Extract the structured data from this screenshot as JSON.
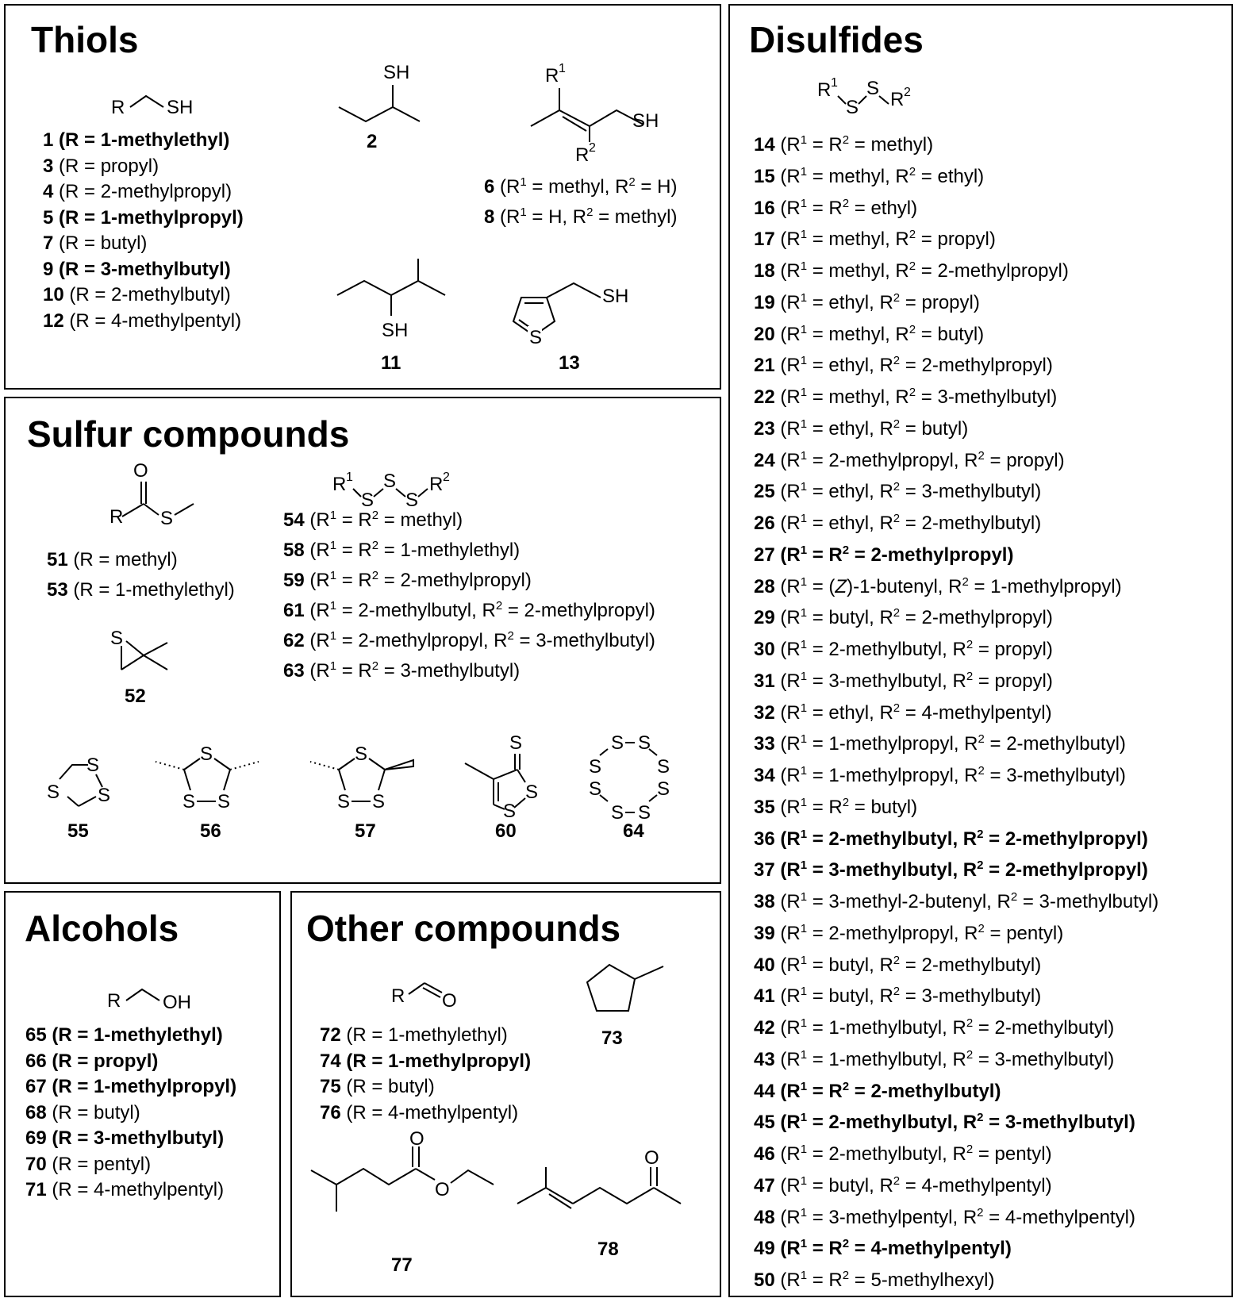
{
  "thiols": {
    "title": "Thiols",
    "list": [
      {
        "num": "1",
        "text": "(R = 1-methylethyl)",
        "bold": true
      },
      {
        "num": "3",
        "text": "(R = propyl)",
        "bold": false
      },
      {
        "num": "4",
        "text": "(R = 2-methylpropyl)",
        "bold": false
      },
      {
        "num": "5",
        "text": "(R = 1-methylpropyl)",
        "bold": true
      },
      {
        "num": "7",
        "text": "(R = butyl)",
        "bold": false
      },
      {
        "num": "9",
        "text": "(R = 3-methylbutyl)",
        "bold": true
      },
      {
        "num": "10",
        "text": "(R = 2-methylbutyl)",
        "bold": false
      },
      {
        "num": "12",
        "text": "(R = 4-methylpentyl)",
        "bold": false
      }
    ],
    "compounds": [
      {
        "num": "6",
        "r1": "methyl",
        "r2": "H"
      },
      {
        "num": "8",
        "r1": "H",
        "r2": "methyl"
      }
    ],
    "labels": {
      "c2": "2",
      "c11": "11",
      "c13": "13"
    }
  },
  "sulfur": {
    "title": "Sulfur compounds",
    "list_a": [
      {
        "num": "51",
        "text": "(R = methyl)"
      },
      {
        "num": "53",
        "text": "(R = 1-methylethyl)"
      }
    ],
    "list_b": [
      {
        "num": "54",
        "r1": "R",
        "r2": "methyl",
        "mode": "eq"
      },
      {
        "num": "58",
        "r1": "R",
        "r2": "1-methylethyl",
        "mode": "eq"
      },
      {
        "num": "59",
        "r1": "R",
        "r2": "2-methylpropyl",
        "mode": "eq"
      },
      {
        "num": "61",
        "r1": "2-methylbutyl",
        "r2": "2-methylpropyl",
        "mode": "pair"
      },
      {
        "num": "62",
        "r1": "2-methylpropyl",
        "r2": "3-methylbutyl",
        "mode": "pair"
      },
      {
        "num": "63",
        "r1": "R",
        "r2": "3-methylbutyl",
        "mode": "eq"
      }
    ],
    "labels": {
      "c52": "52",
      "c55": "55",
      "c56": "56",
      "c57": "57",
      "c60": "60",
      "c64": "64"
    }
  },
  "alcohols": {
    "title": "Alcohols",
    "list": [
      {
        "num": "65",
        "text": "(R = 1-methylethyl)",
        "bold": true
      },
      {
        "num": "66",
        "text": "(R = propyl)",
        "bold": true
      },
      {
        "num": "67",
        "text": "(R = 1-methylpropyl)",
        "bold": true
      },
      {
        "num": "68",
        "text": "(R = butyl)",
        "bold": false
      },
      {
        "num": "69",
        "text": "(R = 3-methylbutyl)",
        "bold": true
      },
      {
        "num": "70",
        "text": "(R = pentyl)",
        "bold": false
      },
      {
        "num": "71",
        "text": "(R = 4-methylpentyl)",
        "bold": false
      }
    ]
  },
  "other": {
    "title": "Other compounds",
    "list": [
      {
        "num": "72",
        "text": "(R = 1-methylethyl)",
        "bold": false
      },
      {
        "num": "74",
        "text": "(R = 1-methylpropyl)",
        "bold": true
      },
      {
        "num": "75",
        "text": "(R = butyl)",
        "bold": false
      },
      {
        "num": "76",
        "text": "(R = 4-methylpentyl)",
        "bold": false
      }
    ],
    "labels": {
      "c73": "73",
      "c77": "77",
      "c78": "78"
    }
  },
  "disulfides": {
    "title": "Disulfides",
    "list": [
      {
        "num": "14",
        "r1": "",
        "r2": "methyl",
        "mode": "eq",
        "bold": false
      },
      {
        "num": "15",
        "r1": "methyl",
        "r2": "ethyl",
        "mode": "pair",
        "bold": false
      },
      {
        "num": "16",
        "r1": "",
        "r2": "ethyl",
        "mode": "eq",
        "bold": false
      },
      {
        "num": "17",
        "r1": "methyl",
        "r2": "propyl",
        "mode": "pair",
        "bold": false
      },
      {
        "num": "18",
        "r1": "methyl",
        "r2": "2-methylpropyl",
        "mode": "pair",
        "bold": false
      },
      {
        "num": "19",
        "r1": "ethyl",
        "r2": "propyl",
        "mode": "pair",
        "bold": false
      },
      {
        "num": "20",
        "r1": "methyl",
        "r2": "butyl",
        "mode": "pair",
        "bold": false
      },
      {
        "num": "21",
        "r1": "ethyl",
        "r2": "2-methylpropyl",
        "mode": "pair",
        "bold": false
      },
      {
        "num": "22",
        "r1": "methyl",
        "r2": "3-methylbutyl",
        "mode": "pair",
        "bold": false
      },
      {
        "num": "23",
        "r1": "ethyl",
        "r2": "butyl",
        "mode": "pair",
        "bold": false
      },
      {
        "num": "24",
        "r1": "2-methylpropyl",
        "r2": "propyl",
        "mode": "pair",
        "bold": false
      },
      {
        "num": "25",
        "r1": "ethyl",
        "r2": "3-methylbutyl",
        "mode": "pair",
        "bold": false
      },
      {
        "num": "26",
        "r1": "ethyl",
        "r2": "2-methylbutyl",
        "mode": "pair",
        "bold": false
      },
      {
        "num": "27",
        "r1": "",
        "r2": "2-methylpropyl",
        "mode": "eq",
        "bold": true
      },
      {
        "num": "28",
        "r1": "(Z)-1-butenyl",
        "r2": "1-methylpropyl",
        "mode": "pair",
        "bold": false
      },
      {
        "num": "29",
        "r1": "butyl",
        "r2": "2-methylpropyl",
        "mode": "pair",
        "bold": false
      },
      {
        "num": "30",
        "r1": "2-methylbutyl",
        "r2": "propyl",
        "mode": "pair",
        "bold": false
      },
      {
        "num": "31",
        "r1": "3-methylbutyl",
        "r2": "propyl",
        "mode": "pair",
        "bold": false
      },
      {
        "num": "32",
        "r1": "ethyl",
        "r2": "4-methylpentyl",
        "mode": "pair",
        "bold": false
      },
      {
        "num": "33",
        "r1": "1-methylpropyl",
        "r2": "2-methylbutyl",
        "mode": "pair",
        "bold": false
      },
      {
        "num": "34",
        "r1": "1-methylpropyl",
        "r2": "3-methylbutyl",
        "mode": "pair",
        "bold": false
      },
      {
        "num": "35",
        "r1": "",
        "r2": "butyl",
        "mode": "eq",
        "bold": false
      },
      {
        "num": "36",
        "r1": "2-methylbutyl",
        "r2": "2-methylpropyl",
        "mode": "pair",
        "bold": true
      },
      {
        "num": "37",
        "r1": "3-methylbutyl",
        "r2": "2-methylpropyl",
        "mode": "pair",
        "bold": true
      },
      {
        "num": "38",
        "r1": "3-methyl-2-butenyl",
        "r2": "3-methylbutyl",
        "mode": "pair",
        "bold": false
      },
      {
        "num": "39",
        "r1": "2-methylpropyl",
        "r2": "pentyl",
        "mode": "pair",
        "bold": false
      },
      {
        "num": "40",
        "r1": "butyl",
        "r2": "2-methylbutyl",
        "mode": "pair",
        "bold": false
      },
      {
        "num": "41",
        "r1": "butyl",
        "r2": "3-methylbutyl",
        "mode": "pair",
        "bold": false
      },
      {
        "num": "42",
        "r1": "1-methylbutyl",
        "r2": "2-methylbutyl",
        "mode": "pair",
        "bold": false
      },
      {
        "num": "43",
        "r1": "1-methylbutyl",
        "r2": "3-methylbutyl",
        "mode": "pair",
        "bold": false
      },
      {
        "num": "44",
        "r1": "",
        "r2": "2-methylbutyl",
        "mode": "eq",
        "bold": true
      },
      {
        "num": "45",
        "r1": "2-methylbutyl",
        "r2": "3-methylbutyl",
        "mode": "pair",
        "bold": true
      },
      {
        "num": "46",
        "r1": "2-methylbutyl",
        "r2": "pentyl",
        "mode": "pair",
        "bold": false
      },
      {
        "num": "47",
        "r1": "butyl",
        "r2": "4-methylpentyl",
        "mode": "pair",
        "bold": false
      },
      {
        "num": "48",
        "r1": "3-methylpentyl",
        "r2": "4-methylpentyl",
        "mode": "pair",
        "bold": false
      },
      {
        "num": "49",
        "r1": "",
        "r2": "4-methylpentyl",
        "mode": "eq",
        "bold": true
      },
      {
        "num": "50",
        "r1": "",
        "r2": "5-methylhexyl",
        "mode": "eq",
        "bold": false
      }
    ]
  }
}
